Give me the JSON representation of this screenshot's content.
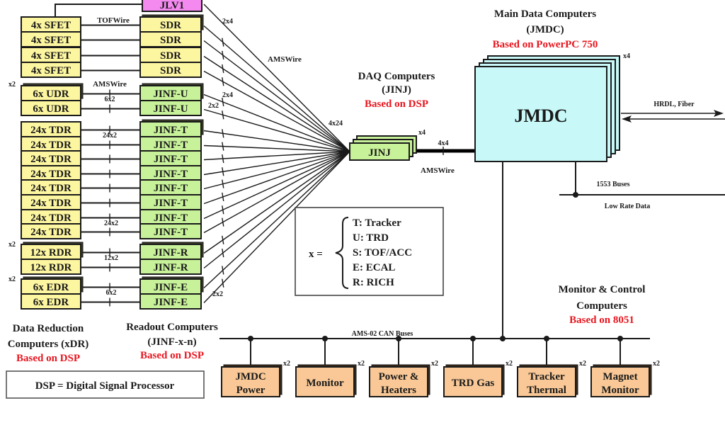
{
  "colors": {
    "yellow_box": "#fdf6a0",
    "green_box": "#c8f29a",
    "pink_box": "#f48af0",
    "cyan_box": "#c8f8f8",
    "orange_box": "#f9c896",
    "red_text": "#e8151e",
    "line": "#1a1a1a"
  },
  "top": {
    "jlv1_label": "JLV1",
    "tofwire_label": "TOFWire",
    "amswire_udr_label": "AMSWire"
  },
  "left_boxes": [
    {
      "label": "4x SFET",
      "group": "sfet"
    },
    {
      "label": "4x SFET",
      "group": "sfet"
    },
    {
      "label": "4x SFET",
      "group": "sfet"
    },
    {
      "label": "4x SFET",
      "group": "sfet"
    },
    {
      "label": "6x UDR",
      "group": "udr"
    },
    {
      "label": "6x UDR",
      "group": "udr"
    },
    {
      "label": "24x TDR",
      "group": "tdr"
    },
    {
      "label": "24x TDR",
      "group": "tdr"
    },
    {
      "label": "24x TDR",
      "group": "tdr"
    },
    {
      "label": "24x TDR",
      "group": "tdr"
    },
    {
      "label": "24x TDR",
      "group": "tdr"
    },
    {
      "label": "24x TDR",
      "group": "tdr"
    },
    {
      "label": "24x TDR",
      "group": "tdr"
    },
    {
      "label": "24x TDR",
      "group": "tdr"
    },
    {
      "label": "12x RDR",
      "group": "rdr"
    },
    {
      "label": "12x RDR",
      "group": "rdr"
    },
    {
      "label": "6x EDR",
      "group": "edr"
    },
    {
      "label": "6x EDR",
      "group": "edr"
    }
  ],
  "right_boxes": [
    {
      "label": "SDR",
      "type": "yellow"
    },
    {
      "label": "SDR",
      "type": "yellow"
    },
    {
      "label": "SDR",
      "type": "yellow"
    },
    {
      "label": "SDR",
      "type": "yellow"
    },
    {
      "label": "JINF-U",
      "type": "green"
    },
    {
      "label": "JINF-U",
      "type": "green"
    },
    {
      "label": "JINF-T",
      "type": "green"
    },
    {
      "label": "JINF-T",
      "type": "green"
    },
    {
      "label": "JINF-T",
      "type": "green"
    },
    {
      "label": "JINF-T",
      "type": "green"
    },
    {
      "label": "JINF-T",
      "type": "green"
    },
    {
      "label": "JINF-T",
      "type": "green"
    },
    {
      "label": "JINF-T",
      "type": "green"
    },
    {
      "label": "JINF-T",
      "type": "green"
    },
    {
      "label": "JINF-R",
      "type": "green"
    },
    {
      "label": "JINF-R",
      "type": "green"
    },
    {
      "label": "JINF-E",
      "type": "green"
    },
    {
      "label": "JINF-E",
      "type": "green"
    }
  ],
  "multipliers": {
    "udr_x2": "x2",
    "rdr_x2": "x2",
    "edr_x2": "x2",
    "udr_link": "6x2",
    "tdr_link_top": "24x2",
    "tdr_link_bottom": "24x2",
    "rdr_link": "12x2",
    "edr_link": "6x2",
    "fan_top_2x4": "2x4",
    "fan_mid_2x4": "2x4",
    "fan_2x2_top": "2x2",
    "fan_2x2_bottom": "2x2",
    "fan_total": "4x24",
    "jinj_x4": "x4",
    "jinj_jmdc_link": "4x4",
    "jmdc_x4": "x4"
  },
  "labels": {
    "amswire_fan": "AMSWire",
    "amswire_jinj": "AMSWire",
    "hrdl": "HRDL, Fiber",
    "buses_1553": "1553 Buses",
    "low_rate": "Low Rate Data",
    "can_buses": "AMS-02 CAN Buses"
  },
  "daq": {
    "title_line1": "DAQ Computers",
    "title_line2": "(JINJ)",
    "based_on": "Based on DSP",
    "box_label": "JINJ"
  },
  "jmdc": {
    "title_line1": "Main Data Computers",
    "title_line2": "(JMDC)",
    "based_on": "Based on PowerPC 750",
    "box_label": "JMDC"
  },
  "legend": {
    "x_equals": "x =",
    "items": [
      "T: Tracker",
      "U: TRD",
      "S: TOF/ACC",
      "E: ECAL",
      "R: RICH"
    ]
  },
  "data_reduction": {
    "line1": "Data Reduction",
    "line2": "Computers (xDR)",
    "based_on": "Based on DSP"
  },
  "readout": {
    "line1": "Readout Computers",
    "line2": "(JINF-x-n)",
    "based_on": "Based on DSP"
  },
  "dsp_note": "DSP = Digital Signal Processor",
  "monitor_control": {
    "line1": "Monitor & Control",
    "line2": "Computers",
    "based_on": "Based on 8051"
  },
  "mc_boxes": [
    {
      "line1": "JMDC",
      "line2": "Power",
      "mult": "x2"
    },
    {
      "line1": "Monitor",
      "line2": "",
      "mult": "x2"
    },
    {
      "line1": "Power &",
      "line2": "Heaters",
      "mult": "x2"
    },
    {
      "line1": "TRD Gas",
      "line2": "",
      "mult": "x2"
    },
    {
      "line1": "Tracker",
      "line2": "Thermal",
      "mult": "x2"
    },
    {
      "line1": "Magnet",
      "line2": "Monitor",
      "mult": "x2"
    }
  ]
}
